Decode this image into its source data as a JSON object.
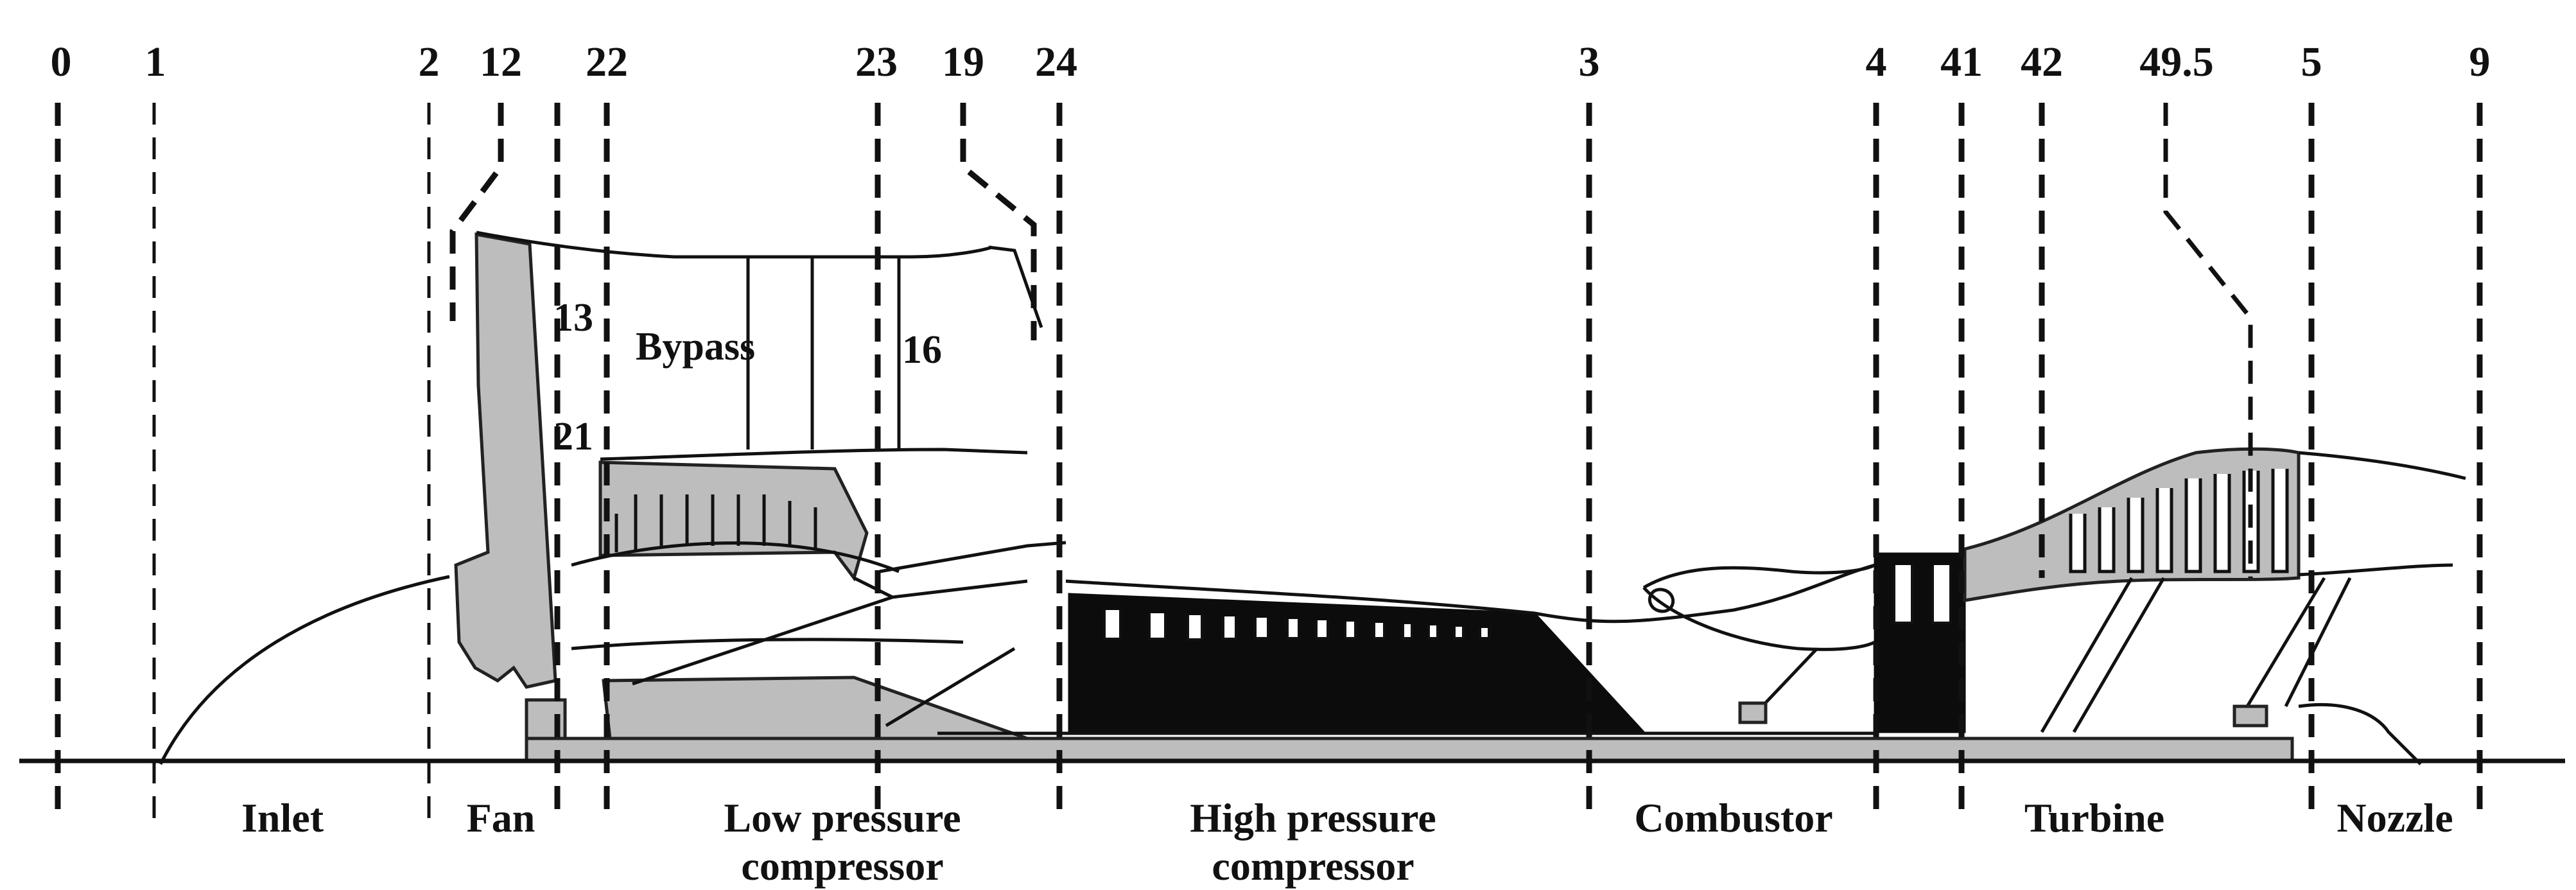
{
  "stations": [
    {
      "id": "0",
      "label": "0"
    },
    {
      "id": "1",
      "label": "1"
    },
    {
      "id": "2",
      "label": "2"
    },
    {
      "id": "12",
      "label": "12"
    },
    {
      "id": "22",
      "label": "22"
    },
    {
      "id": "23",
      "label": "23"
    },
    {
      "id": "19",
      "label": "19"
    },
    {
      "id": "24",
      "label": "24"
    },
    {
      "id": "3",
      "label": "3"
    },
    {
      "id": "4",
      "label": "4"
    },
    {
      "id": "41",
      "label": "41"
    },
    {
      "id": "42",
      "label": "42"
    },
    {
      "id": "49_5",
      "label": "49.5"
    },
    {
      "id": "5",
      "label": "5"
    },
    {
      "id": "9",
      "label": "9"
    }
  ],
  "inner_labels": {
    "station_13": "13",
    "station_21": "21",
    "station_16": "16",
    "bypass": "Bypass"
  },
  "sections": {
    "inlet": "Inlet",
    "fan": "Fan",
    "lpc_line1": "Low pressure",
    "lpc_line2": "compressor",
    "hpc_line1": "High pressure",
    "hpc_line2": "compressor",
    "combustor": "Combustor",
    "turbine": "Turbine",
    "nozzle": "Nozzle"
  }
}
